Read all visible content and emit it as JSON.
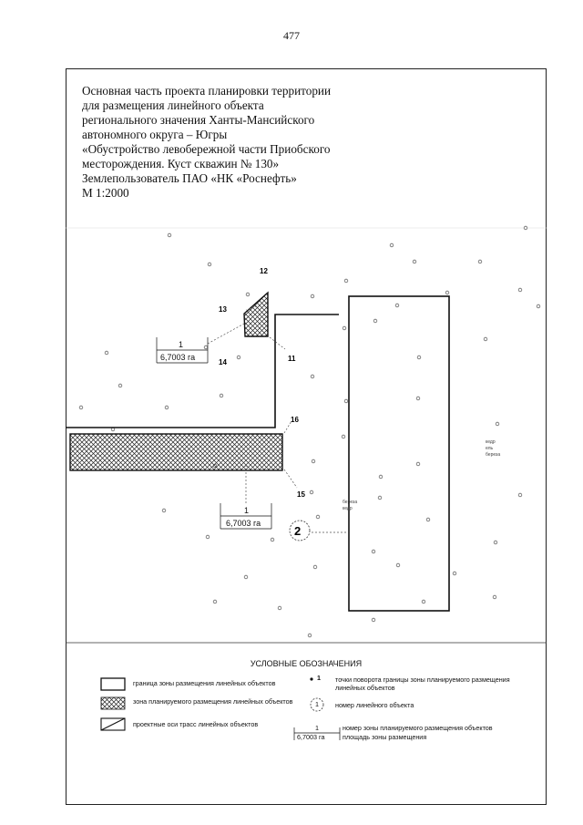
{
  "page_number": "477",
  "title_lines": [
    "Основная часть проекта планировки территории",
    "для размещения линейного объекта",
    "регионального значения Ханты-Мансийского",
    "автономного округа – Югры",
    "«Обустройство левобережной части Приобского",
    "месторождения. Куст скважин № 130»",
    "Землепользователь ПАО «НК «Роснефть»",
    "М 1:2000"
  ],
  "map": {
    "points": [
      "11",
      "12",
      "13",
      "14",
      "15",
      "16"
    ],
    "object_number": "2",
    "zone_label_1": {
      "number": "1",
      "area": "6,7003 га"
    },
    "zone_label_2": {
      "number": "1",
      "area": "6,7003 га"
    },
    "vegetation_right": [
      "кедр",
      "ель",
      "береза"
    ],
    "vegetation_mid": [
      "береза",
      "кедр"
    ]
  },
  "legend": {
    "title": "УСЛОВНЫЕ ОБОЗНАЧЕНИЯ",
    "boundary": "граница зоны размещения линейных объектов",
    "planned_zone": "зона планируемого размещения линейных объектов",
    "axes": "проектные оси трасс линейных объектов",
    "turn_points_symbol": "1",
    "turn_points": "точки поворота границы зоны планируемого размещения линейных объектов",
    "object_number_symbol": "1",
    "object_number": "номер линейного объекта",
    "zone_number_symbol": "1",
    "zone_number": "номер зоны планируемого размещения объектов",
    "area_symbol": "6,7003 га",
    "area": "площадь зоны размещения"
  }
}
